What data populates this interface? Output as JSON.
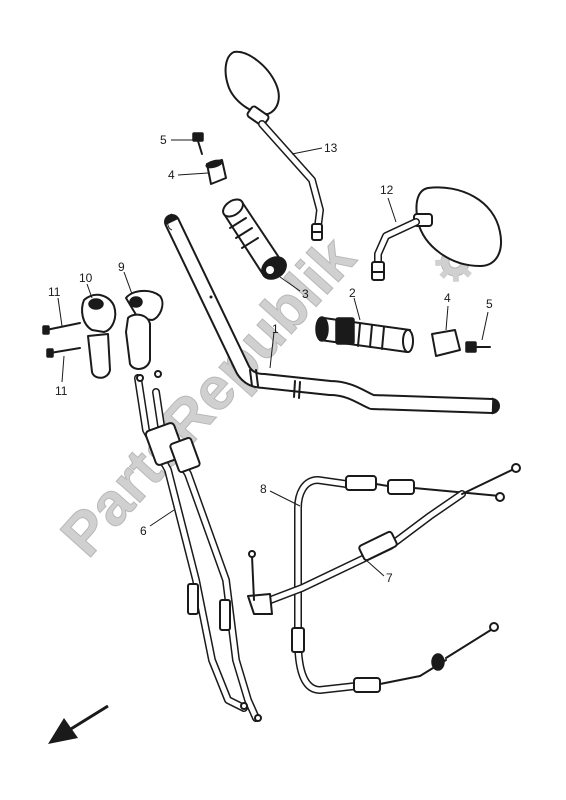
{
  "watermark": {
    "text": "PartsRepublik",
    "colors": {
      "fill": "#d0d0d0",
      "stroke": "#b8b8b8"
    }
  },
  "callouts": {
    "c1": "1",
    "c2": "2",
    "c3": "3",
    "c4a": "4",
    "c4b": "4",
    "c5a": "5",
    "c5b": "5",
    "c6": "6",
    "c7": "7",
    "c8": "8",
    "c9": "9",
    "c10": "10",
    "c11a": "11",
    "c11b": "11",
    "c12": "12",
    "c13": "13"
  },
  "icons": {
    "gear": "gear-icon",
    "front_arrow": "direction-arrow-icon"
  },
  "colors": {
    "line": "#1a1a1a",
    "background": "#ffffff"
  }
}
